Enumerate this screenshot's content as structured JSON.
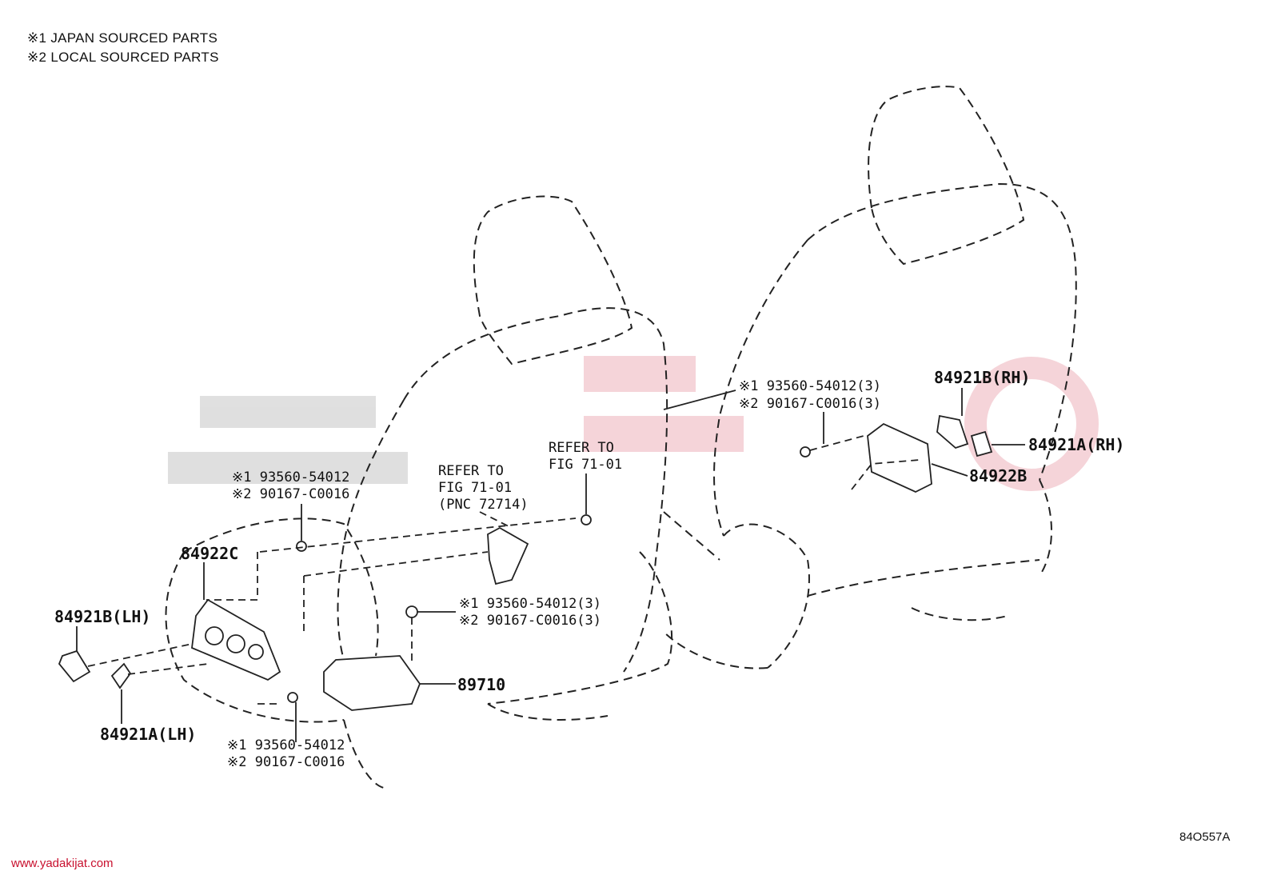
{
  "notes": {
    "japan": "※1 JAPAN SOURCED PARTS",
    "local": "※2 LOCAL SOURCED PARTS"
  },
  "labels": {
    "p84921B_RH": "84921B(RH)",
    "p84921A_RH": "84921A(RH)",
    "p84922B": "84922B",
    "p84922C": "84922C",
    "p84921B_LH": "84921B(LH)",
    "p84921A_LH": "84921A(LH)",
    "p89710": "89710",
    "bolt_rh_1": "※1 93560-54012(3)",
    "bolt_rh_2": "※2 90167-C0016(3)",
    "bolt_top_1": "※1 93560-54012",
    "bolt_top_2": "※2 90167-C0016",
    "bolt_mid_1": "※1 93560-54012(3)",
    "bolt_mid_2": "※2 90167-C0016(3)",
    "bolt_bot_1": "※1 93560-54012",
    "bolt_bot_2": "※2 90167-C0016",
    "refer1_line1": "REFER TO",
    "refer1_line2": "FIG 71-01",
    "refer1_line3": "(PNC 72714)",
    "refer2_line1": "REFER TO",
    "refer2_line2": "FIG 71-01"
  },
  "watermark": {
    "url": "www.yadakijat.com"
  },
  "figure_code": "84O557A"
}
